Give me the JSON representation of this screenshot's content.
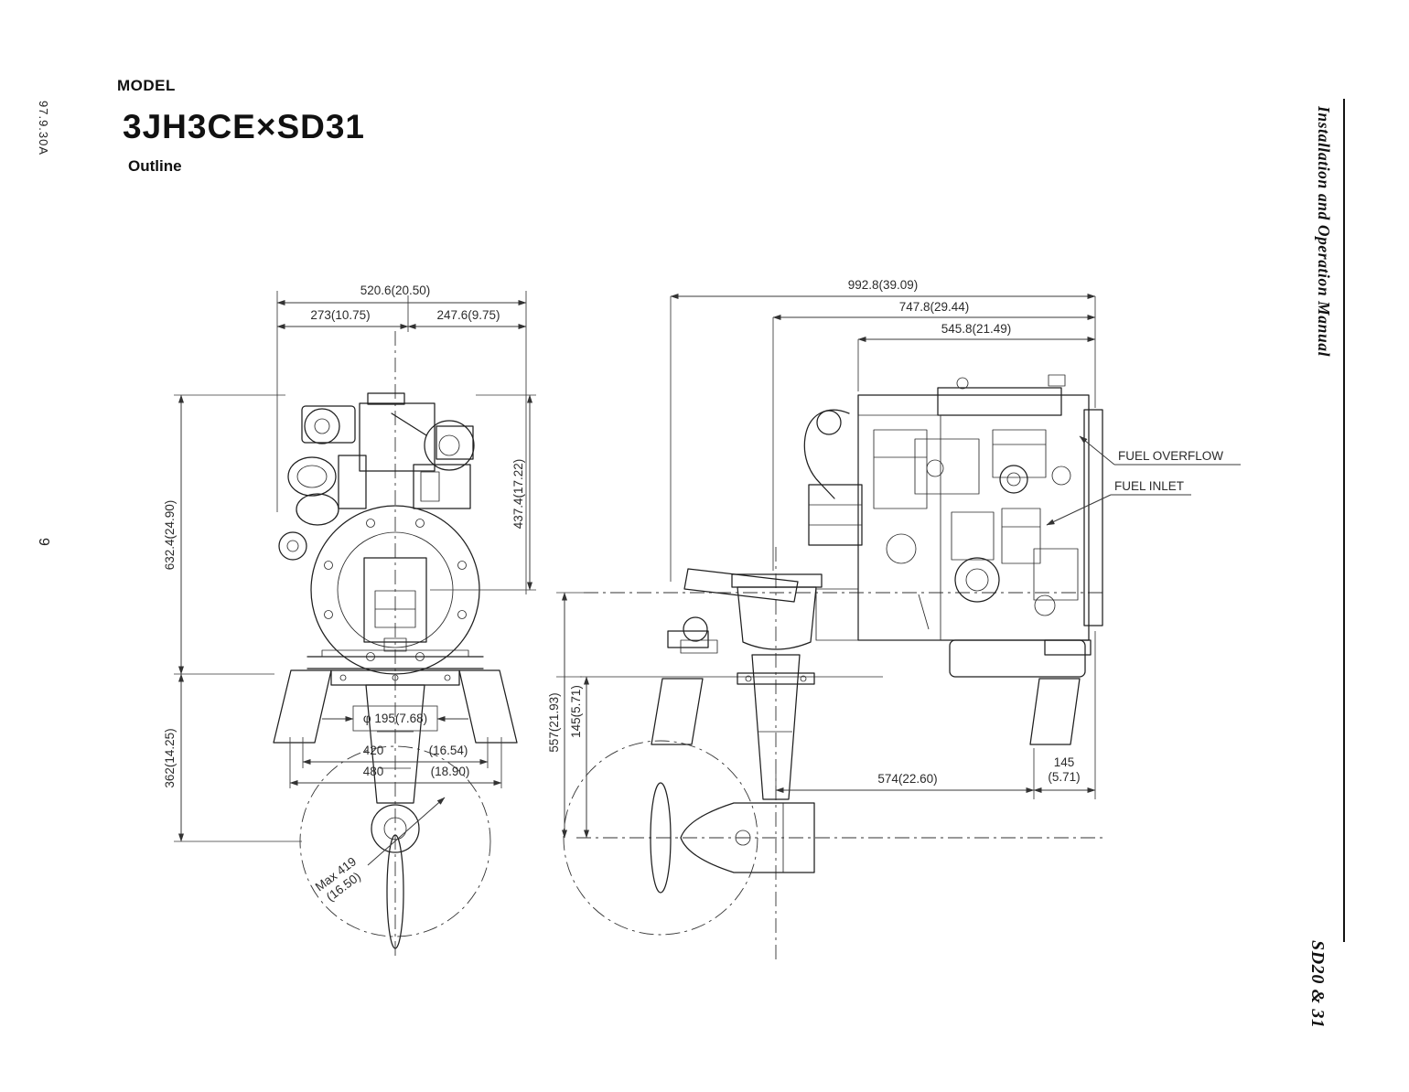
{
  "page": {
    "model_label": "MODEL",
    "model_name": "3JH3CE×SD31",
    "outline_label": "Outline",
    "doc_code": "97.9.30A",
    "page_number": "9",
    "edge_title": "Installation and Operation Manual",
    "edge_footer": "SD20 & 31"
  },
  "front_view": {
    "dim_overall_width": "520.6(20.50)",
    "dim_width_left": "273(10.75)",
    "dim_width_right": "247.6(9.75)",
    "dim_height_crank": "437.4(17.22)",
    "dim_height_overall": "632.4(24.90)",
    "dim_height_lower": "362(14.25)",
    "dim_hub_diameter": "φ 195(7.68)",
    "dim_base_width_mm": "420",
    "dim_base_width_in": "(16.54)",
    "dim_bed_width_mm": "480",
    "dim_bed_width_in": "(18.90)",
    "dim_prop_max_line1": "Max 419",
    "dim_prop_max_line2": "(16.50)"
  },
  "side_view": {
    "dim_overall_length": "992.8(39.09)",
    "dim_length_mid": "747.8(29.44)",
    "dim_length_engine": "545.8(21.49)",
    "dim_height_drive": "557(21.93)",
    "dim_height_flange": "145(5.71)",
    "dim_length_drive": "574(22.60)",
    "dim_offset_mm": "145",
    "dim_offset_in": "(5.71)",
    "label_fuel_overflow": "FUEL OVERFLOW",
    "label_fuel_inlet": "FUEL INLET"
  }
}
